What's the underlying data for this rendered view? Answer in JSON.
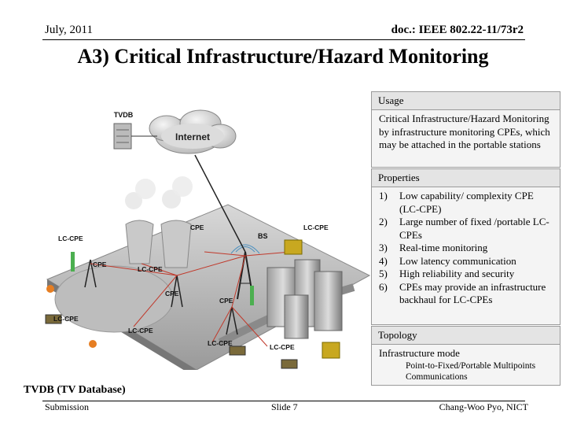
{
  "header": {
    "date": "July, 2011",
    "doc_id": "doc.: IEEE 802.22-11/73r2"
  },
  "title": "A3) Critical Infrastructure/Hazard Monitoring",
  "diagram": {
    "labels": {
      "tvdb": "TVDB",
      "internet": "Internet",
      "bs": "BS",
      "cpe": "CPE",
      "lc_cpe": "LC-CPE"
    },
    "caption": "TVDB (TV Database)"
  },
  "panel": {
    "usage": {
      "heading": "Usage",
      "text": "Critical Infrastructure/Hazard Monitoring by infrastructure monitoring CPEs, which may be attached in the portable stations"
    },
    "properties": {
      "heading": "Properties",
      "items": [
        {
          "num": "1)",
          "text": "Low capability/ complexity CPE (LC-CPE)"
        },
        {
          "num": "2)",
          "text": "Large number of fixed /portable LC-CPEs"
        },
        {
          "num": "3)",
          "text": "Real-time monitoring"
        },
        {
          "num": "4)",
          "text": "Low latency communication"
        },
        {
          "num": "5)",
          "text": "High reliability and security"
        },
        {
          "num": "6)",
          "text": "CPEs may provide an infrastructure backhaul for LC-CPEs"
        }
      ]
    },
    "topology": {
      "heading": "Topology",
      "mode": "Infrastructure mode",
      "sub": "Point-to-Fixed/Portable Multipoints Communications"
    }
  },
  "footer": {
    "left": "Submission",
    "middle": "Slide 7",
    "right": "Chang-Woo Pyo, NICT"
  }
}
